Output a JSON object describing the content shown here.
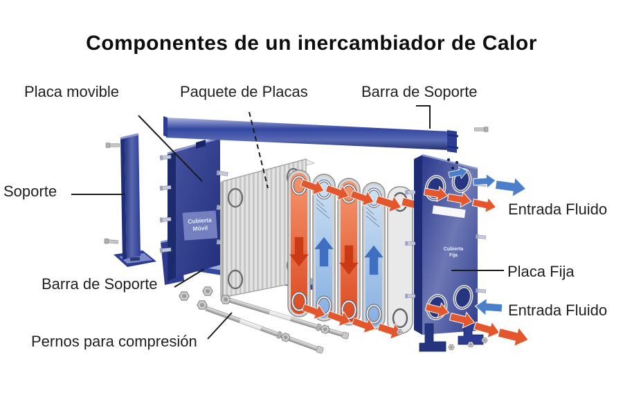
{
  "title": "Componentes de un inercambiador de Calor",
  "labels": {
    "placa_movible": "Placa movible",
    "paquete_placas": "Paquete de Placas",
    "barra_soporte_top": "Barra de Soporte",
    "soporte": "Soporte",
    "barra_soporte_bottom": "Barra de Soporte",
    "pernos": "Pernos para compresión",
    "entrada_fluido_top": "Entrada Fluido",
    "placa_fija": "Placa Fija",
    "entrada_fluido_bottom": "Entrada Fluido"
  },
  "plate_texts": {
    "cubierta_movil_1": "Cubierta",
    "cubierta_movil_2": "Móvil",
    "cubierta_fija_1": "Cubierta",
    "cubierta_fija_2": "Fija"
  },
  "colors": {
    "frame_blue": "#2c3c92",
    "frame_blue_light": "#aab4dd",
    "hot_red": "#e4562c",
    "hot_red_dark": "#c93a15",
    "cold_blue": "#4c7fc9",
    "cold_plate": "#9cc0e8",
    "plate_gray": "#d9d9d9",
    "text_black": "#1e1e1e"
  }
}
